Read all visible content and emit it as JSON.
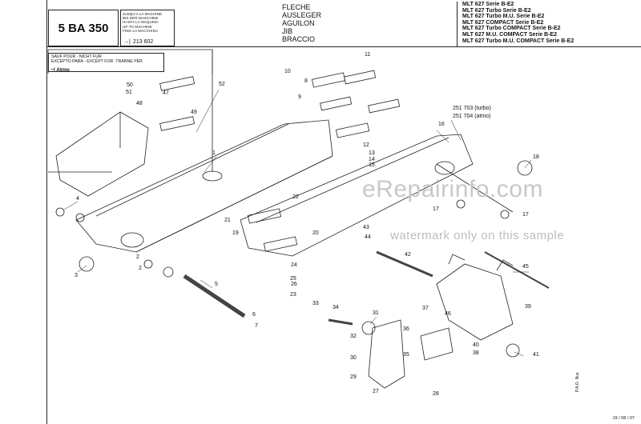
{
  "header": {
    "ref": "5 BA 350",
    "serial_lines": [
      "JUSQU'A LA MACHINE",
      "BIS DER MASCHINE",
      "HASTA LA MAQUINA",
      "UP TO MACHINE",
      "FINO LA MACCHINA"
    ],
    "serial_number": "213 602",
    "serial_arrow": "→|",
    "title_lines": [
      "FLECHE",
      "AUSLEGER",
      "AGUILON",
      "JIB",
      "BRACCIO"
    ],
    "models": [
      "MLT 627 Serie B-E2",
      "MLT 627 Turbo Serie B-E2",
      "MLT 627 Turbo M.U. Serie B-E2",
      "MLT 627 COMPACT Serie B-E2",
      "MLT 627 Turbo COMPACT Serie B-E2",
      "MLT 627 M.U. COMPACT Serie B-E2",
      "MLT 627 Turbo M.U. COMPACT Serie B-E2"
    ]
  },
  "exception": {
    "lines": [
      "SAUF POUR - NICHT FUR",
      "EXCEPTO PARA - EXCEPT FOR -TRANNE PER"
    ],
    "atmo_label": "Atmo"
  },
  "callouts": {
    "c251703": "251 703 (turbo)",
    "c251704": "251 704 (atmo)",
    "n1": "1",
    "n2a": "2",
    "n2b": "2",
    "n3": "3",
    "n4": "4",
    "n5": "5",
    "n6": "6",
    "n7": "7",
    "n8": "8",
    "n9": "9",
    "n10": "10",
    "n11": "11",
    "n12": "12",
    "n13": "13",
    "n14": "14",
    "n15": "15",
    "n16": "16",
    "n17a": "17",
    "n17b": "17",
    "n18": "18",
    "n19": "19",
    "n20": "20",
    "n21": "21",
    "n22": "22",
    "n23": "23",
    "n24": "24",
    "n25": "25",
    "n26": "26",
    "n27": "27",
    "n28": "28",
    "n29": "29",
    "n30": "30",
    "n31": "31",
    "n32": "32",
    "n33": "33",
    "n34": "34",
    "n35": "35",
    "n36": "36",
    "n37": "37",
    "n38": "38",
    "n39": "39",
    "n40": "40",
    "n41": "41",
    "n42": "42",
    "n43": "43",
    "n44": "44",
    "n45": "45",
    "n46": "46",
    "n47": "47",
    "n48": "48",
    "n49": "49",
    "n50": "50",
    "n51": "51",
    "n52": "52"
  },
  "watermark": {
    "site": "eRepairinfo.com",
    "note": "watermark only on this sample"
  },
  "footer": {
    "date": "19 / 08 / 07",
    "side": "P.A.O. Illus"
  }
}
